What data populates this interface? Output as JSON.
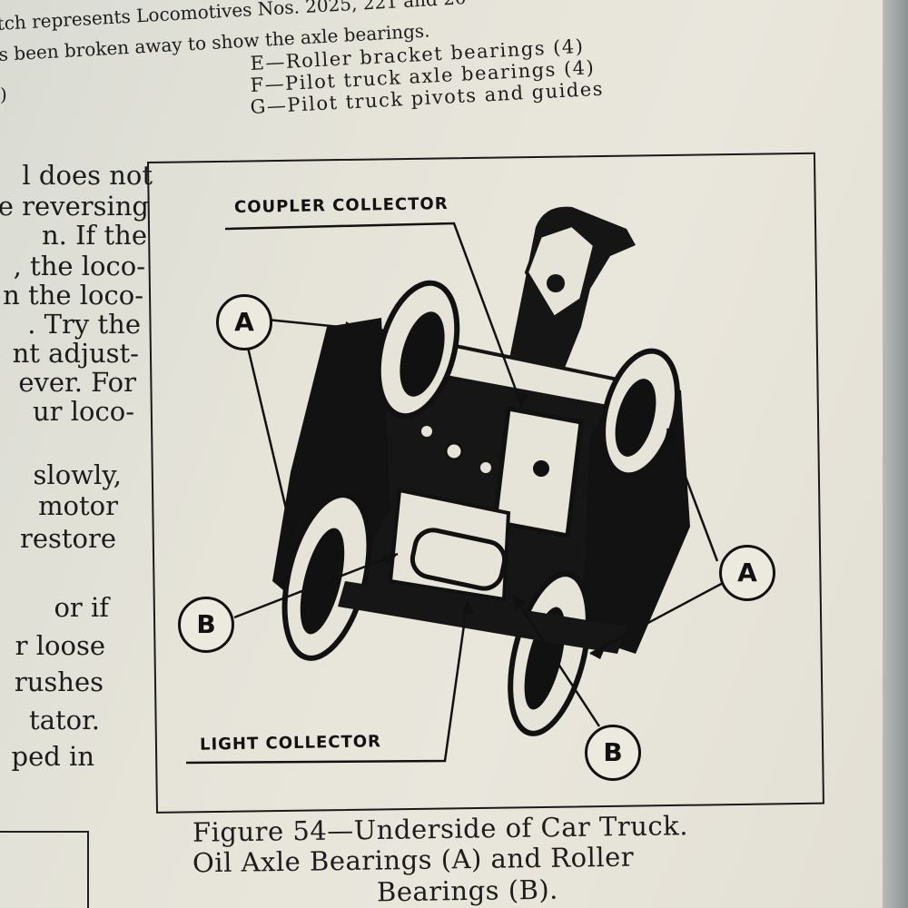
{
  "header_text": {
    "line1": "tch represents Locomotives Nos. 2025, 221 and 20",
    "line2": "s been broken away to show the axle bearings.",
    "line3": ")"
  },
  "legend_items": [
    "E—Roller bracket bearings (4)",
    "F—Pilot truck axle bearings (4)",
    "G—Pilot truck pivots and guides"
  ],
  "body_lines": [
    "l does not",
    "e reversing",
    "n. If the",
    ", the loco-",
    "n the loco-",
    ". Try the",
    "nt adjust-",
    "ever. For",
    "ur loco-",
    "slowly,",
    "motor",
    "restore",
    "or if",
    "r loose",
    "rushes",
    "tator.",
    "ped in"
  ],
  "figure": {
    "coupler_label": "COUPLER COLLECTOR",
    "light_label": "LIGHT COLLECTOR",
    "callout_a": "A",
    "callout_b": "B"
  },
  "caption": {
    "line1": "Figure 54—Underside of Car Truck.",
    "line2": "Oil Axle Bearings (A) and Roller",
    "line3": "Bearings (B)."
  }
}
